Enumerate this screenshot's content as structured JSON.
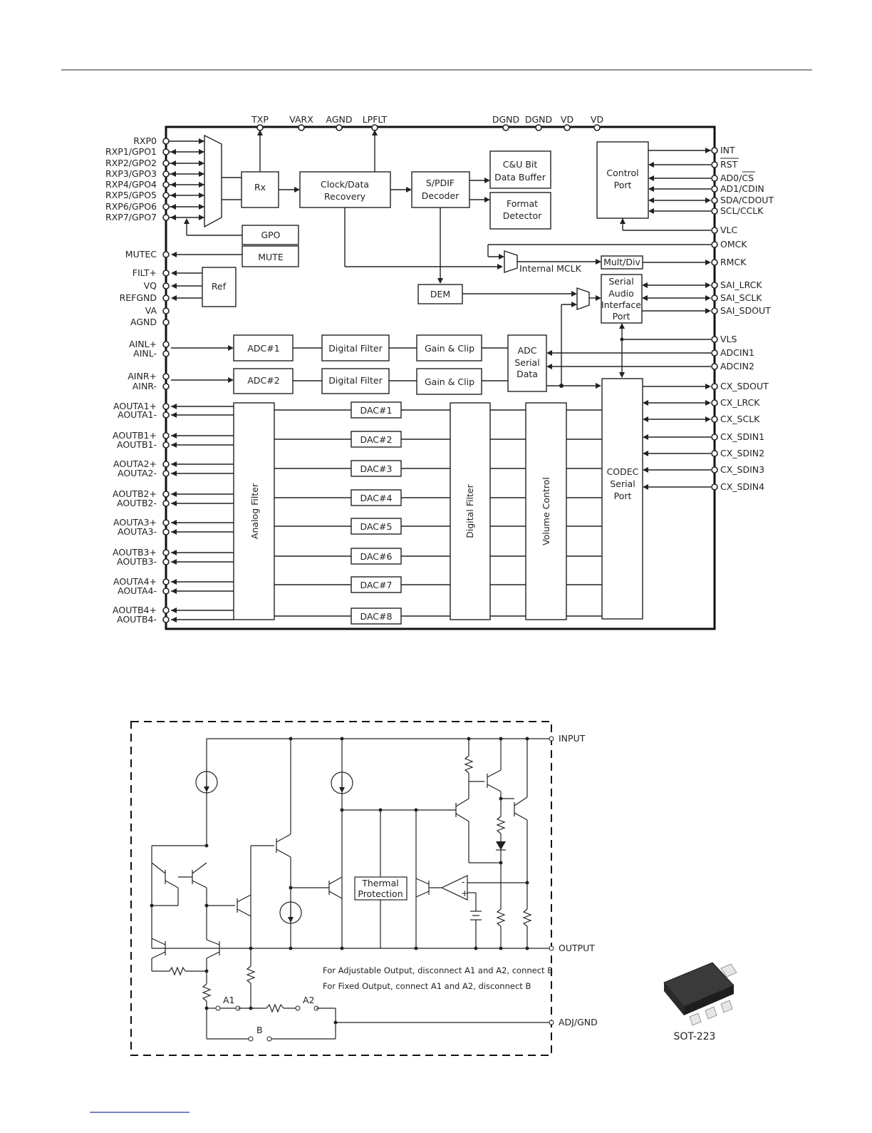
{
  "block_diagram": {
    "top_pins": [
      "TXP",
      "VARX",
      "AGND",
      "LPFLT",
      "DGND",
      "DGND",
      "VD",
      "VD"
    ],
    "left_pins_rx": [
      "RXP0",
      "RXP1/GPO1",
      "RXP2/GPO2",
      "RXP3/GPO3",
      "RXP4/GPO4",
      "RXP5/GPO5",
      "RXP6/GPO6",
      "RXP7/GPO7"
    ],
    "left_pins_misc": [
      "MUTEC",
      "FILT+",
      "VQ",
      "REFGND",
      "VA",
      "AGND"
    ],
    "left_pins_ain": [
      "AINL+",
      "AINL-",
      "AINR+",
      "AINR-"
    ],
    "left_pins_aout": [
      "AOUTA1+",
      "AOUTA1-",
      "AOUTB1+",
      "AOUTB1-",
      "AOUTA2+",
      "AOUTA2-",
      "AOUTB2+",
      "AOUTB2-",
      "AOUTA3+",
      "AOUTA3-",
      "AOUTB3+",
      "AOUTB3-",
      "AOUTA4+",
      "AOUTA4-",
      "AOUTB4+",
      "AOUTB4-"
    ],
    "right_pins": [
      "INT",
      "RST",
      "AD0/CS",
      "AD1/CDIN",
      "SDA/CDOUT",
      "SCL/CCLK",
      "VLC",
      "OMCK",
      "RMCK",
      "SAI_LRCK",
      "SAI_SCLK",
      "SAI_SDOUT",
      "VLS",
      "ADCIN1",
      "ADCIN2",
      "CX_SDOUT",
      "CX_LRCK",
      "CX_SCLK",
      "CX_SDIN1",
      "CX_SDIN2",
      "CX_SDIN3",
      "CX_SDIN4"
    ],
    "blocks": {
      "rx": "Rx",
      "clock_data_recovery": [
        "Clock/Data",
        "Recovery"
      ],
      "spdif_decoder": [
        "S/PDIF",
        "Decoder"
      ],
      "cu_buffer": [
        "C&U Bit",
        "Data Buffer"
      ],
      "format_detector": [
        "Format",
        "Detector"
      ],
      "control_port": [
        "Control",
        "Port"
      ],
      "gpo": "GPO",
      "mute": "MUTE",
      "ref": "Ref",
      "internal_mclk": "Internal MCLK",
      "mult_div": "Mult/Div",
      "dem": "DEM",
      "serial_audio": [
        "Serial",
        "Audio",
        "Interface",
        "Port"
      ],
      "adc1": "ADC#1",
      "adc2": "ADC#2",
      "digital_filter": "Digital Filter",
      "gain_clip": "Gain & Clip",
      "adc_serial": [
        "ADC",
        "Serial",
        "Data"
      ],
      "dacs": [
        "DAC#1",
        "DAC#2",
        "DAC#3",
        "DAC#4",
        "DAC#5",
        "DAC#6",
        "DAC#7",
        "DAC#8"
      ],
      "analog_filter": "Analog Filter",
      "digital_filter_v": "Digital Filter",
      "volume_control": "Volume Control",
      "codec_serial": [
        "CODEC",
        "Serial",
        "Port"
      ]
    }
  },
  "schematic": {
    "terminals": [
      "INPUT",
      "OUTPUT",
      "ADJ/GND"
    ],
    "thermal": [
      "Thermal",
      "Protection"
    ],
    "notes": [
      "For Adjustable Output, disconnect A1 and A2, connect B",
      "For Fixed Output, connect A1 and A2, disconnect B"
    ],
    "switch_labels": [
      "A1",
      "A2",
      "B"
    ],
    "opamp_signs": [
      "-",
      "+"
    ],
    "package_label": "SOT-223"
  }
}
